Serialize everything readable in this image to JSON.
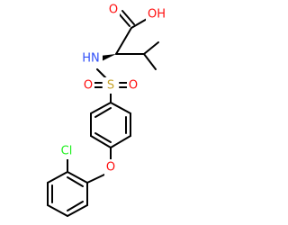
{
  "molecule": {
    "colors": {
      "bond": "#000000",
      "oxygen": "#ff0d0d",
      "nitrogen": "#3050f8",
      "sulfur": "#c6a32b",
      "chlorine": "#1ff01f"
    },
    "labels": {
      "acid_oh": "OH",
      "acid_o": "O",
      "amine_hn": "HN",
      "sulfur": "S",
      "sulfonyl_o_left": "O",
      "sulfonyl_o_right": "O",
      "ether_o": "O",
      "chlorine": "Cl"
    }
  }
}
